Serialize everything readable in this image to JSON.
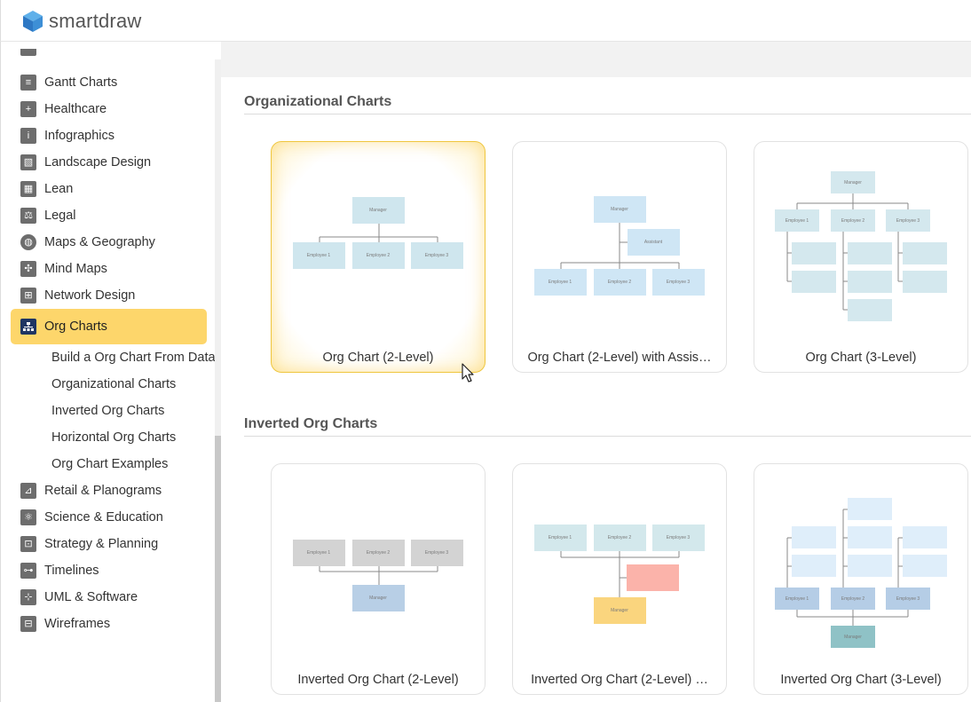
{
  "app": {
    "name": "smartdraw",
    "brand_color": "#3d8fd6"
  },
  "sidebar": {
    "items_before": [
      {
        "label": "Gantt Charts",
        "icon": "gantt-icon"
      },
      {
        "label": "Healthcare",
        "icon": "healthcare-icon"
      },
      {
        "label": "Infographics",
        "icon": "info-icon"
      },
      {
        "label": "Landscape Design",
        "icon": "landscape-icon"
      },
      {
        "label": "Lean",
        "icon": "lean-icon"
      },
      {
        "label": "Legal",
        "icon": "legal-scale-icon"
      },
      {
        "label": "Maps & Geography",
        "icon": "globe-icon"
      },
      {
        "label": "Mind Maps",
        "icon": "mind-map-icon"
      },
      {
        "label": "Network Design",
        "icon": "network-icon"
      }
    ],
    "active": {
      "label": "Org Charts",
      "icon": "org-chart-icon",
      "color": "#fdd66b"
    },
    "sub_items": [
      "Build a Org Chart From Data",
      "Organizational Charts",
      "Inverted Org Charts",
      "Horizontal Org Charts",
      "Org Chart Examples"
    ],
    "items_after": [
      {
        "label": "Retail & Planograms",
        "icon": "retail-icon"
      },
      {
        "label": "Science & Education",
        "icon": "atom-icon"
      },
      {
        "label": "Strategy & Planning",
        "icon": "strategy-icon"
      },
      {
        "label": "Timelines",
        "icon": "timeline-icon"
      },
      {
        "label": "UML & Software",
        "icon": "uml-icon"
      },
      {
        "label": "Wireframes",
        "icon": "wireframe-icon"
      }
    ]
  },
  "sections": [
    {
      "title": "Organizational Charts",
      "cards": [
        {
          "label": "Org Chart (2-Level)",
          "selected": true
        },
        {
          "label": "Org Chart (2-Level) with Assis…",
          "selected": false
        },
        {
          "label": "Org Chart (3-Level)",
          "selected": false
        }
      ]
    },
    {
      "title": "Inverted Org Charts",
      "cards": [
        {
          "label": "Inverted Org Chart (2-Level)",
          "selected": false
        },
        {
          "label": "Inverted Org Chart (2-Level) …",
          "selected": false
        },
        {
          "label": "Inverted Org Chart (3-Level)",
          "selected": false
        }
      ]
    }
  ],
  "thumb_text": {
    "manager": "Manager",
    "assistant": "Assistant",
    "employee1": "Employee 1",
    "employee2": "Employee 2",
    "employee3": "Employee 3"
  }
}
